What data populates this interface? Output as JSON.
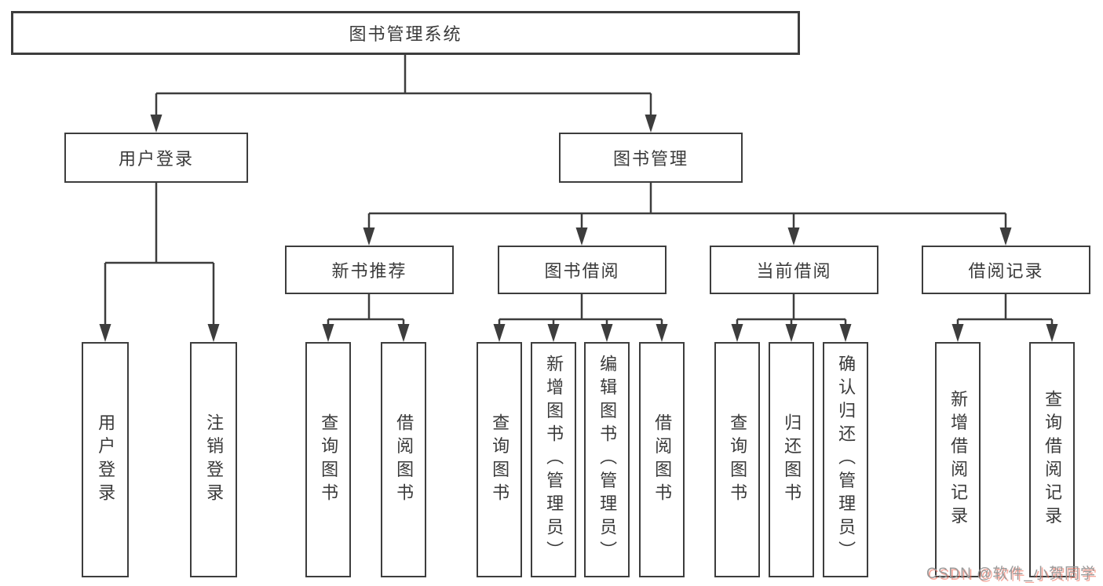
{
  "colors": {
    "background": "#ffffff",
    "line": "#3d3d3d",
    "box_border": "#3d3d3d",
    "text": "#3a3a3a",
    "watermark_gray": "#9a9a9a",
    "watermark_red_shadow": "#f06e5a"
  },
  "watermark": {
    "text": "CSDN @软件_小贺同学"
  },
  "tree": {
    "label": "图书管理系统",
    "children": [
      {
        "label": "用户登录",
        "children": [
          {
            "label": "用户登录"
          },
          {
            "label": "注销登录"
          }
        ]
      },
      {
        "label": "图书管理",
        "children": [
          {
            "label": "新书推荐",
            "children": [
              {
                "label": "查询图书"
              },
              {
                "label": "借阅图书"
              }
            ]
          },
          {
            "label": "图书借阅",
            "children": [
              {
                "label": "查询图书"
              },
              {
                "label": "新增图书（管理员）"
              },
              {
                "label": "编辑图书（管理员）"
              },
              {
                "label": "借阅图书"
              }
            ]
          },
          {
            "label": "当前借阅",
            "children": [
              {
                "label": "查询图书"
              },
              {
                "label": "归还图书"
              },
              {
                "label": "确认归还（管理员）"
              }
            ]
          },
          {
            "label": "借阅记录",
            "children": [
              {
                "label": "新增借阅记录"
              },
              {
                "label": "查询借阅记录"
              }
            ]
          }
        ]
      }
    ]
  }
}
